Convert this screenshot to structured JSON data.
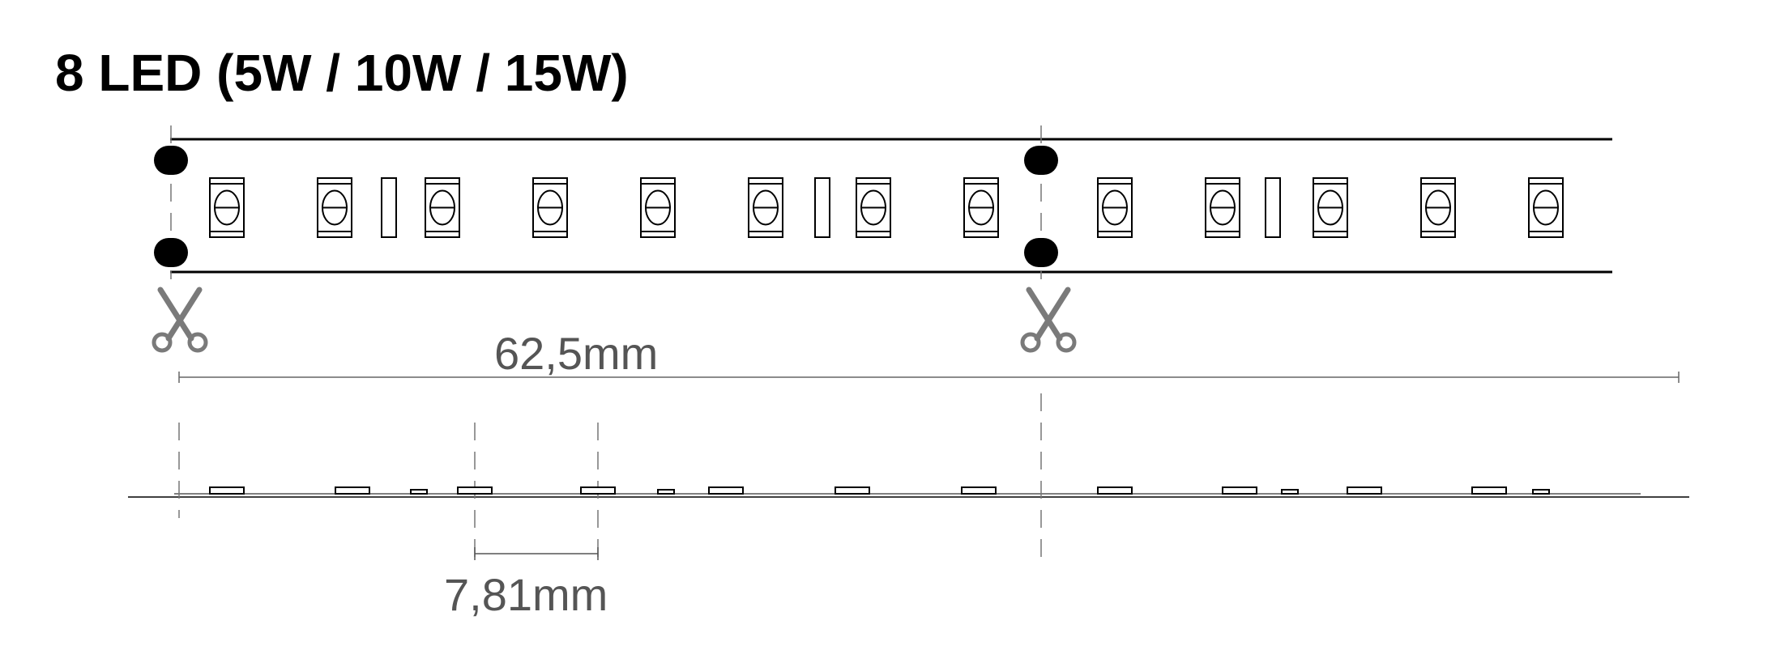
{
  "title": "8 LED (5W / 10W / 15W)",
  "dimensions": {
    "segment_length": "62,5mm",
    "led_pitch": "7,81mm"
  },
  "colors": {
    "line": "#000000",
    "dimension": "#555555",
    "scissors": "#7a7a7a"
  },
  "icons": [
    "scissors-icon",
    "solder-pad",
    "led-chip",
    "resistor"
  ]
}
